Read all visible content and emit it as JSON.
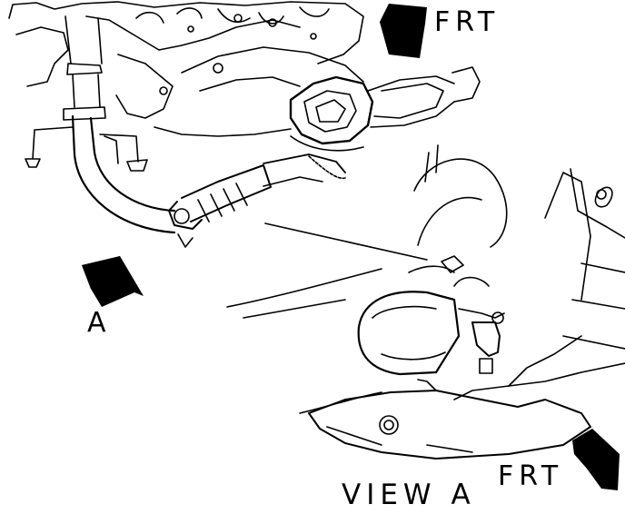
{
  "labels": {
    "frt_top": "FRT",
    "view_marker": "A",
    "view_title": "VIEW A",
    "frt_bottom": "FRT"
  },
  "colors": {
    "ink": "#000000",
    "paper": "#ffffff"
  },
  "icons": [
    "forward-arrow-icon",
    "view-direction-arrow-icon"
  ]
}
